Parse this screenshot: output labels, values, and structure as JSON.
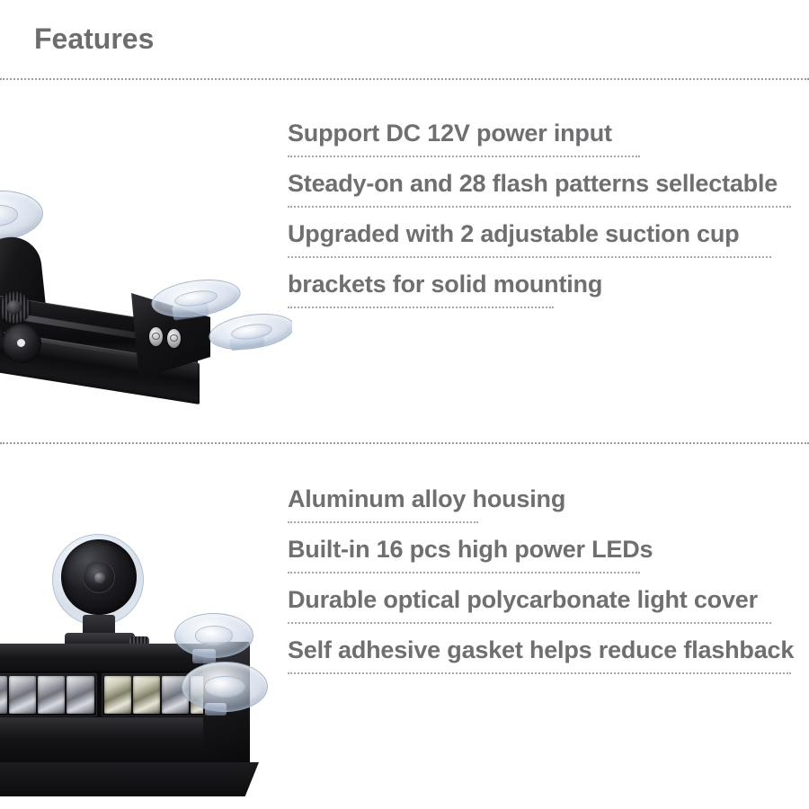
{
  "page": {
    "title": "Features",
    "background_color": "#ffffff",
    "text_color": "#6f6f72",
    "rule_color": "#9c9c9f"
  },
  "sections": [
    {
      "id": "section-1",
      "image": {
        "alt": "Black LED warning light bar shown at an angle with adjustable suction cup bracket mount",
        "parts": [
          "suction-cup-mount",
          "adjustable-knob",
          "aluminum-housing",
          "end-cap-screws",
          "clear-suction-cups"
        ]
      },
      "lines": [
        {
          "text": "Support DC 12V power input",
          "underline": "s"
        },
        {
          "text": "Steady-on and 28 flash patterns sellectable",
          "underline": "l"
        },
        {
          "text": "Upgraded with 2 adjustable suction cup",
          "underline": "ml"
        },
        {
          "text": "brackets for solid mounting",
          "underline": "xs"
        }
      ]
    },
    {
      "id": "section-2",
      "image": {
        "alt": "Front view of the black LED light bar showing LED modules, a large round suction cup mount and two clear suction cups",
        "parts": [
          "large-suction-cup",
          "clamp-bracket",
          "led-modules",
          "clear-suction-cups",
          "aluminum-base"
        ]
      },
      "lines": [
        {
          "text": "Aluminum alloy housing",
          "underline": "xxs"
        },
        {
          "text": "Built-in 16 pcs high power LEDs",
          "underline": "s"
        },
        {
          "text": "Durable optical polycarbonate light cover",
          "underline": "ml"
        },
        {
          "text": "Self adhesive gasket helps reduce flashback",
          "underline": "l"
        }
      ]
    }
  ]
}
